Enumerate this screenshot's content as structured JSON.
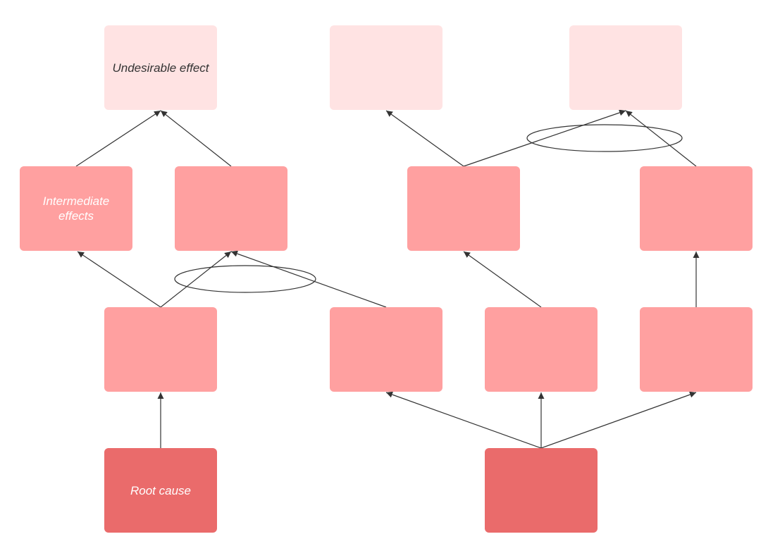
{
  "colors": {
    "undesirable_effect": "#ffe3e3",
    "intermediate_effect": "#ffa0a0",
    "root_cause": "#ea6b6b",
    "connector": "#333333"
  },
  "nodes": {
    "ue1": {
      "label": "Undesirable effect"
    },
    "ue2": {
      "label": ""
    },
    "ue3": {
      "label": ""
    },
    "ie1": {
      "label": "Intermediate effects"
    },
    "ie2": {
      "label": ""
    },
    "ie3": {
      "label": ""
    },
    "ie4": {
      "label": ""
    },
    "ie5": {
      "label": ""
    },
    "ie6": {
      "label": ""
    },
    "ie7": {
      "label": ""
    },
    "ie8": {
      "label": ""
    },
    "rc1": {
      "label": "Root cause"
    },
    "rc2": {
      "label": ""
    }
  }
}
